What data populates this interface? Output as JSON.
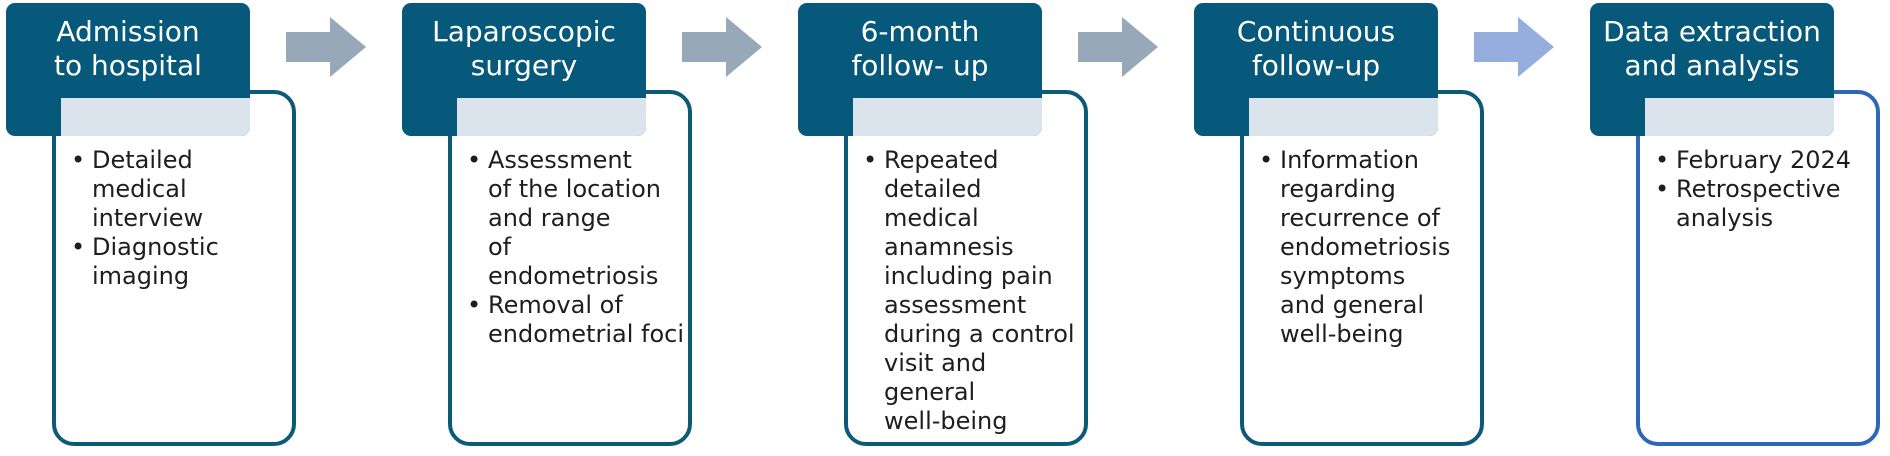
{
  "colors": {
    "header_fill": "#06597b",
    "box_border": "#0d5a78",
    "last_box_border": "#2e67b7",
    "overlap_band": "#dbe4ec",
    "arrow_gray": "#97a9b8",
    "arrow_blue": "#95aede"
  },
  "steps": [
    {
      "title": "Admission\nto hospital",
      "bullets": [
        "Detailed\nmedical\ninterview",
        "Diagnostic\nimaging"
      ]
    },
    {
      "title": "Laparoscopic\nsurgery",
      "bullets": [
        "Assessment\nof the location\nand range\nof endometriosis",
        "Removal of\nendometrial foci"
      ]
    },
    {
      "title": "6-month\nfollow- up",
      "bullets": [
        "Repeated\ndetailed\nmedical\nanamnesis\nincluding pain\nassessment\nduring a control\nvisit and\ngeneral\nwell-being"
      ]
    },
    {
      "title": "Continuous\nfollow-up",
      "bullets": [
        "Information\nregarding\nrecurrence of\nendometriosis\nsymptoms\nand general\nwell-being"
      ]
    },
    {
      "title": "Data extraction\nand analysis",
      "bullets": [
        "February 2024",
        "Retrospective\nanalysis"
      ]
    }
  ],
  "arrows": [
    {
      "from_step": 1,
      "to_step": 2,
      "color": "#97a9b8"
    },
    {
      "from_step": 2,
      "to_step": 3,
      "color": "#97a9b8"
    },
    {
      "from_step": 3,
      "to_step": 4,
      "color": "#97a9b8"
    },
    {
      "from_step": 4,
      "to_step": 5,
      "color": "#95aede"
    }
  ]
}
